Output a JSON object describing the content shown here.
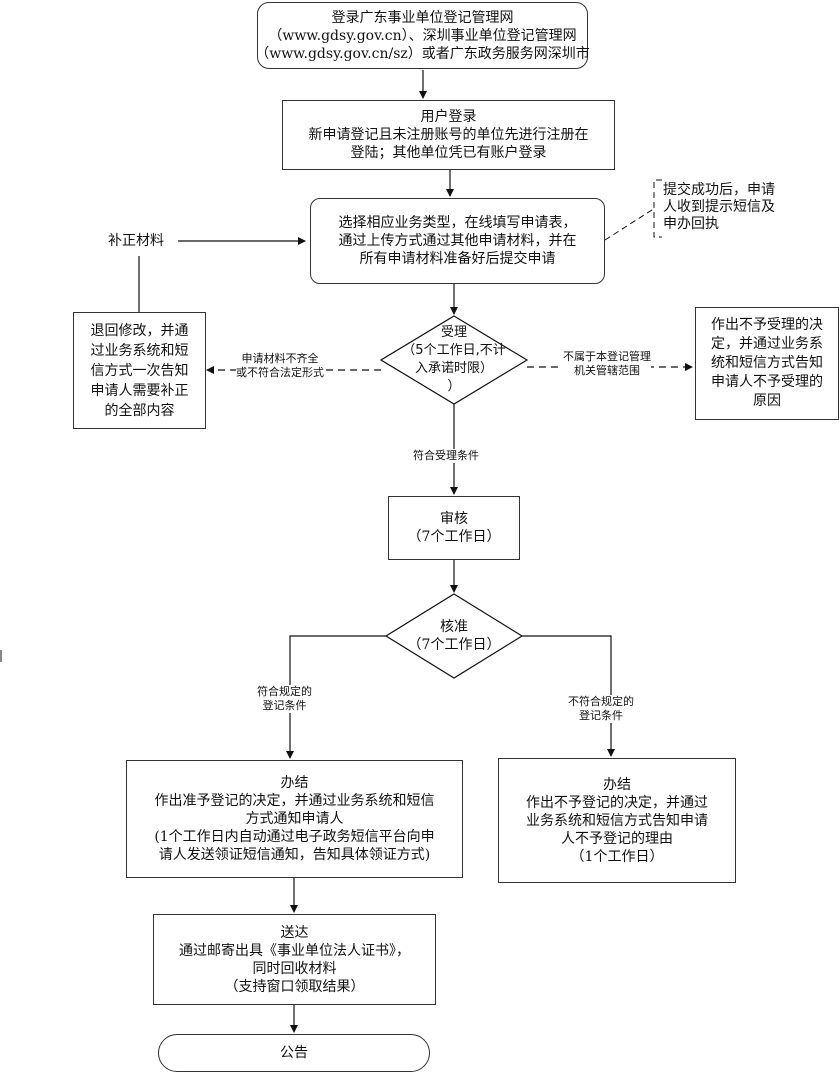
{
  "flowchart": {
    "start": {
      "lines": [
        "登录广东事业单位登记管理网",
        "（www.gdsy.gov.cn）、深圳事业单位登记管理网",
        "（www.gdsy.gov.cn/sz）或者广东政务服务网深圳市"
      ]
    },
    "login": {
      "lines": [
        "用户登录",
        "新申请登记且未注册账号的单位先进行注册在",
        "登陆；其他单位凭已有账户登录"
      ]
    },
    "apply": {
      "lines": [
        "选择相应业务类型，在线填写申请表，",
        "通过上传方式通过其他申请材料，并在",
        "所有申请材料准备好后提交申请"
      ]
    },
    "note": {
      "lines": [
        "提交成功后，申请",
        "人收到提示短信及",
        "申办回执"
      ]
    },
    "supplement": {
      "text": "补正材料"
    },
    "return_box": {
      "lines": [
        "退回修改，并通",
        "过业务系统和短",
        "信方式一次告知",
        "申请人需要补正",
        "的全部内容"
      ]
    },
    "accept": {
      "lines": [
        "受理",
        "（5个工作日,不计",
        "入承诺时限）",
        "）"
      ]
    },
    "edge_incomplete": {
      "lines": [
        "申请材料不齐全",
        "或不符合法定形式"
      ]
    },
    "edge_out_of_scope": {
      "lines": [
        "不属于本登记管理",
        "机关管辖范围"
      ]
    },
    "reject_accept": {
      "lines": [
        "作出不予受理的决",
        "定，并通过业务系",
        "统和短信方式告知",
        "申请人不予受理的",
        "原因"
      ]
    },
    "edge_meets_accept": {
      "text": "符合受理条件"
    },
    "review": {
      "lines": [
        "审核",
        "（7个工作日）"
      ]
    },
    "approve": {
      "lines": [
        "核准",
        "（7个工作日）"
      ]
    },
    "edge_meets_reg": {
      "lines": [
        "符合规定的",
        "登记条件"
      ]
    },
    "edge_not_meets_reg": {
      "lines": [
        "不符合规定的",
        "登记条件"
      ]
    },
    "complete_yes": {
      "lines": [
        "办结",
        "作出准予登记的决定，并通过业务系统和短信",
        "方式通知申请人",
        "(1个工作日内自动通过电子政务短信平台向申",
        "请人发送领证短信通知，告知具体领证方式)"
      ]
    },
    "complete_no": {
      "lines": [
        "办结",
        "作出不予登记的决定，并通过",
        "业务系统和短信方式告知申请",
        "人不予登记的理由",
        "（1个工作日）"
      ]
    },
    "deliver": {
      "lines": [
        "送达",
        "通过邮寄出具《事业单位法人证书》，",
        "同时回收材料",
        "（支持窗口领取结果）"
      ]
    },
    "announce": {
      "text": "公告"
    }
  }
}
